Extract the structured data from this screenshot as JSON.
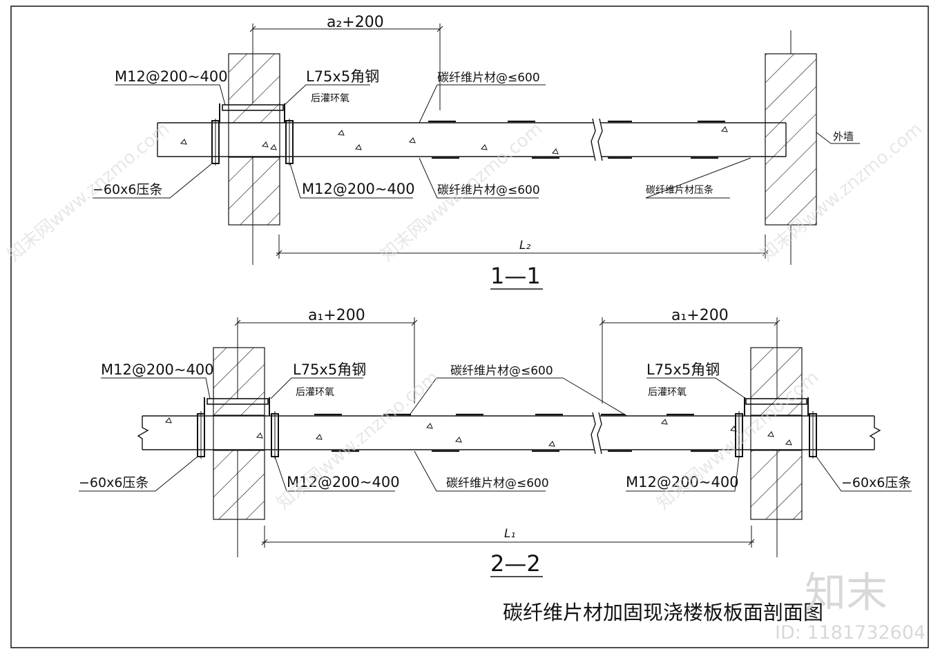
{
  "title": "碳纤维片材加固现浇楼板板面剖面图",
  "watermark": {
    "brand": "知末",
    "id": "ID: 1181732604",
    "tile": "知末网www.znzmo.com"
  },
  "section_1": {
    "name": "1—1",
    "dim_top": "a₂+200",
    "span": "L₂",
    "label_bolt_top": "M12@200~400",
    "label_angle": "L75x5角钢",
    "label_epoxy": "后灌环氧",
    "label_cfrp_top": "碳纤维片材@≤600",
    "label_plate": "−60x6压条",
    "label_bolt_bottom": "M12@200~400",
    "label_cfrp_bottom": "碳纤维片材@≤600",
    "label_cfrp_strip": "碳纤维片材压条",
    "label_wall": "外墙"
  },
  "section_2": {
    "name": "2—2",
    "dim_left": "a₁+200",
    "dim_right": "a₁+200",
    "span": "L₁",
    "label_bolt_top_left": "M12@200~400",
    "label_angle_left": "L75x5角钢",
    "label_epoxy_left": "后灌环氧",
    "label_cfrp_top": "碳纤维片材@≤600",
    "label_angle_right": "L75x5角钢",
    "label_epoxy_right": "后灌环氧",
    "label_plate_left": "−60x6压条",
    "label_bolt_bottom_left": "M12@200~400",
    "label_cfrp_bottom": "碳纤维片材@≤600",
    "label_bolt_bottom_right": "M12@200~400",
    "label_plate_right": "−60x6压条"
  }
}
